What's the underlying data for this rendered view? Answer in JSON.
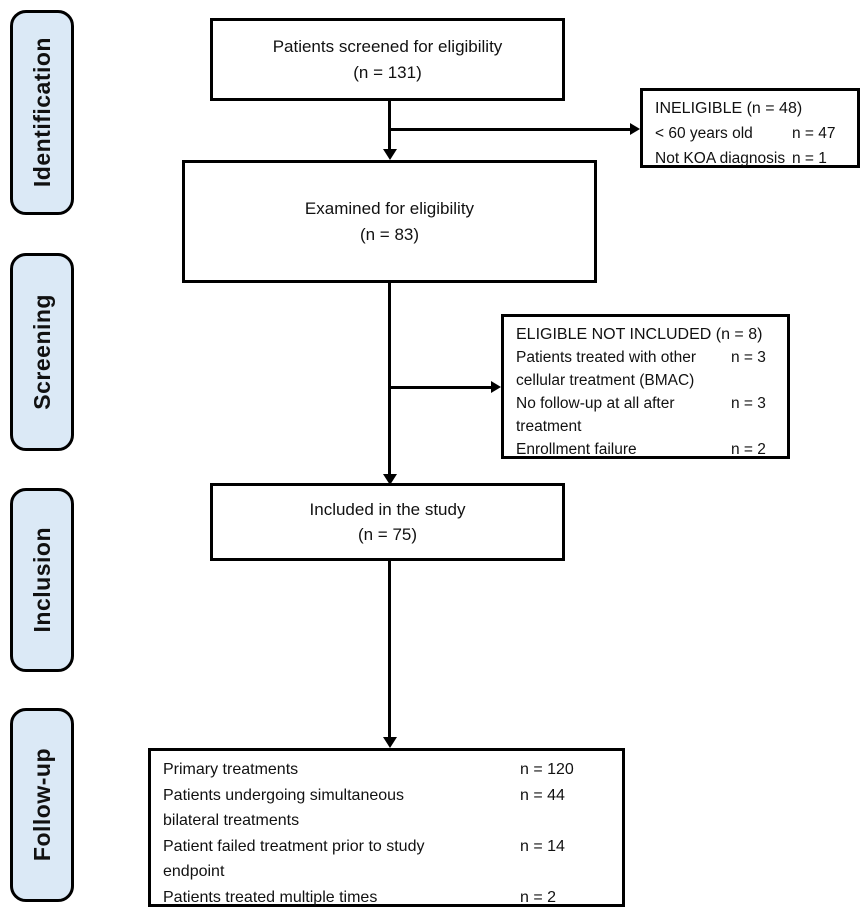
{
  "stages": [
    {
      "label": "Identification"
    },
    {
      "label": "Screening"
    },
    {
      "label": "Inclusion"
    },
    {
      "label": "Follow-up"
    }
  ],
  "flow": {
    "screened": {
      "title": "Patients screened for eligibility",
      "count": "(n = 131)"
    },
    "ineligible": {
      "title": "INELIGIBLE (n = 48)",
      "items": [
        {
          "label": "< 60 years old",
          "value": "n = 47"
        },
        {
          "label": "Not KOA diagnosis",
          "value": "n = 1"
        }
      ]
    },
    "examined": {
      "title": "Examined for eligibility",
      "count": "(n = 83)"
    },
    "eligible_not_included": {
      "title": "ELIGIBLE NOT INCLUDED (n = 8)",
      "items": [
        {
          "label": "Patients treated with other cellular treatment (BMAC)",
          "value": "n = 3"
        },
        {
          "label": "No follow-up at all after treatment",
          "value": "n = 3"
        },
        {
          "label": "Enrollment failure",
          "value": "n = 2"
        }
      ]
    },
    "included": {
      "title": "Included in the study",
      "count": "(n = 75)"
    },
    "followup": {
      "items": [
        {
          "label": "Primary treatments",
          "value": "n = 120"
        },
        {
          "label": "Patients undergoing simultaneous bilateral treatments",
          "value": "n = 44"
        },
        {
          "label": "Patient failed treatment prior to study endpoint",
          "value": "n = 14"
        },
        {
          "label": "Patients treated multiple times",
          "value": "n = 2"
        }
      ]
    }
  },
  "colors": {
    "stage_fill": "#dbe9f6",
    "line": "#000000",
    "box_bg": "#ffffff"
  }
}
